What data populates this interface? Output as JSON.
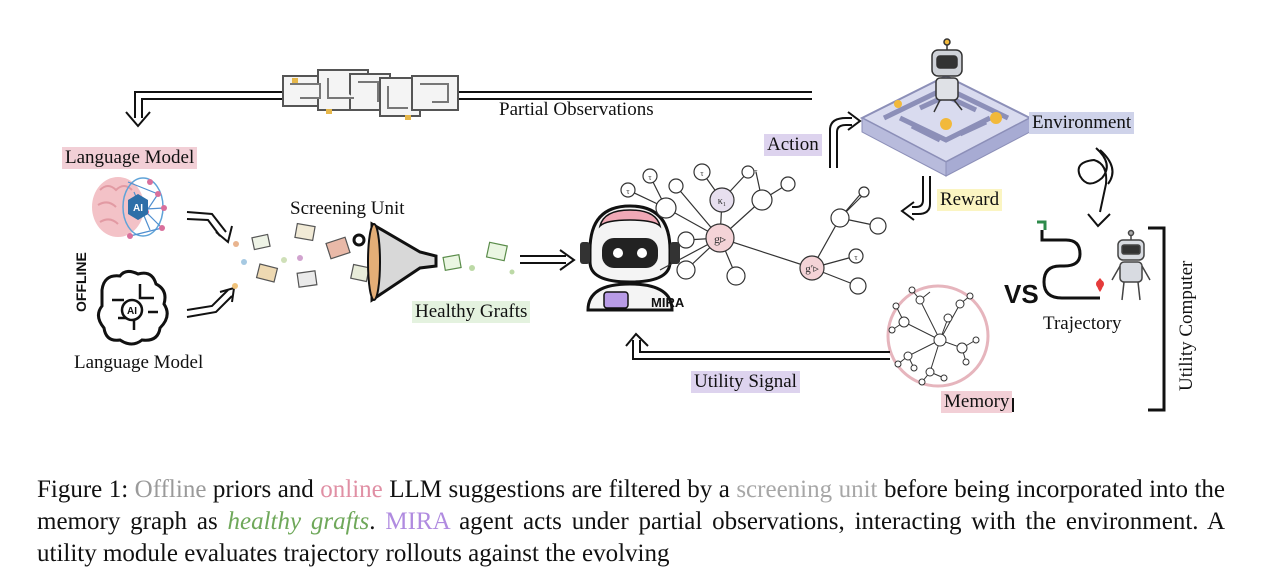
{
  "labels": {
    "partial_observations": "Partial Observations",
    "language_model_top": "Language Model",
    "language_model_bottom": "Language Model",
    "offline_tag": "OFFLINE",
    "ai_badge": "AI",
    "screening_unit": "Screening Unit",
    "healthy_grafts": "Healthy Grafts",
    "mira": "MIRA",
    "action": "Action",
    "environment": "Environment",
    "reward": "Reward",
    "vs": "VS",
    "trajectory": "Trajectory",
    "utility_computer": "Utility Computer",
    "utility_signal": "Utility Signal",
    "memory": "Memory"
  },
  "graph_nodes": {
    "kappa1": "κ₁",
    "g": "g▹",
    "gprime": "g′▹",
    "tau": "τ"
  },
  "colors": {
    "pink": "#f2cfd6",
    "purple": "#ddd3ee",
    "yellow": "#fbf5c2",
    "green": "#e4f2df",
    "blue": "#cfd3ea"
  },
  "caption": {
    "prefix": "Figure 1: ",
    "offline": "Offline",
    "t1": " priors and ",
    "online": "online",
    "t2": " LLM suggestions are filtered by a ",
    "screening": "screening unit",
    "t3": " before being incorporated into the memory graph as ",
    "healthy": "healthy grafts",
    "t4": ". ",
    "mira": "MIRA",
    "t5": " agent acts under partial observations, interacting with the environment. A utility module evaluates trajectory rollouts against the evolving"
  }
}
